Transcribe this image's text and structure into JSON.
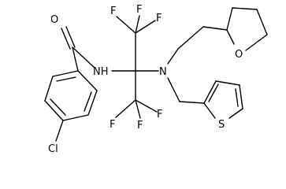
{
  "molecule": {
    "labels": {
      "oxygen_carbonyl": "O",
      "amide_nh": "NH",
      "chlorine": "Cl",
      "fluorine_top_left": "F",
      "fluorine_top_mid": "F",
      "fluorine_top_right": "F",
      "fluorine_bottom_left": "F",
      "fluorine_bottom_mid": "F",
      "fluorine_bottom_right": "F",
      "amine_n": "N",
      "thf_oxygen": "O",
      "thiophene_sulfur": "S"
    }
  }
}
